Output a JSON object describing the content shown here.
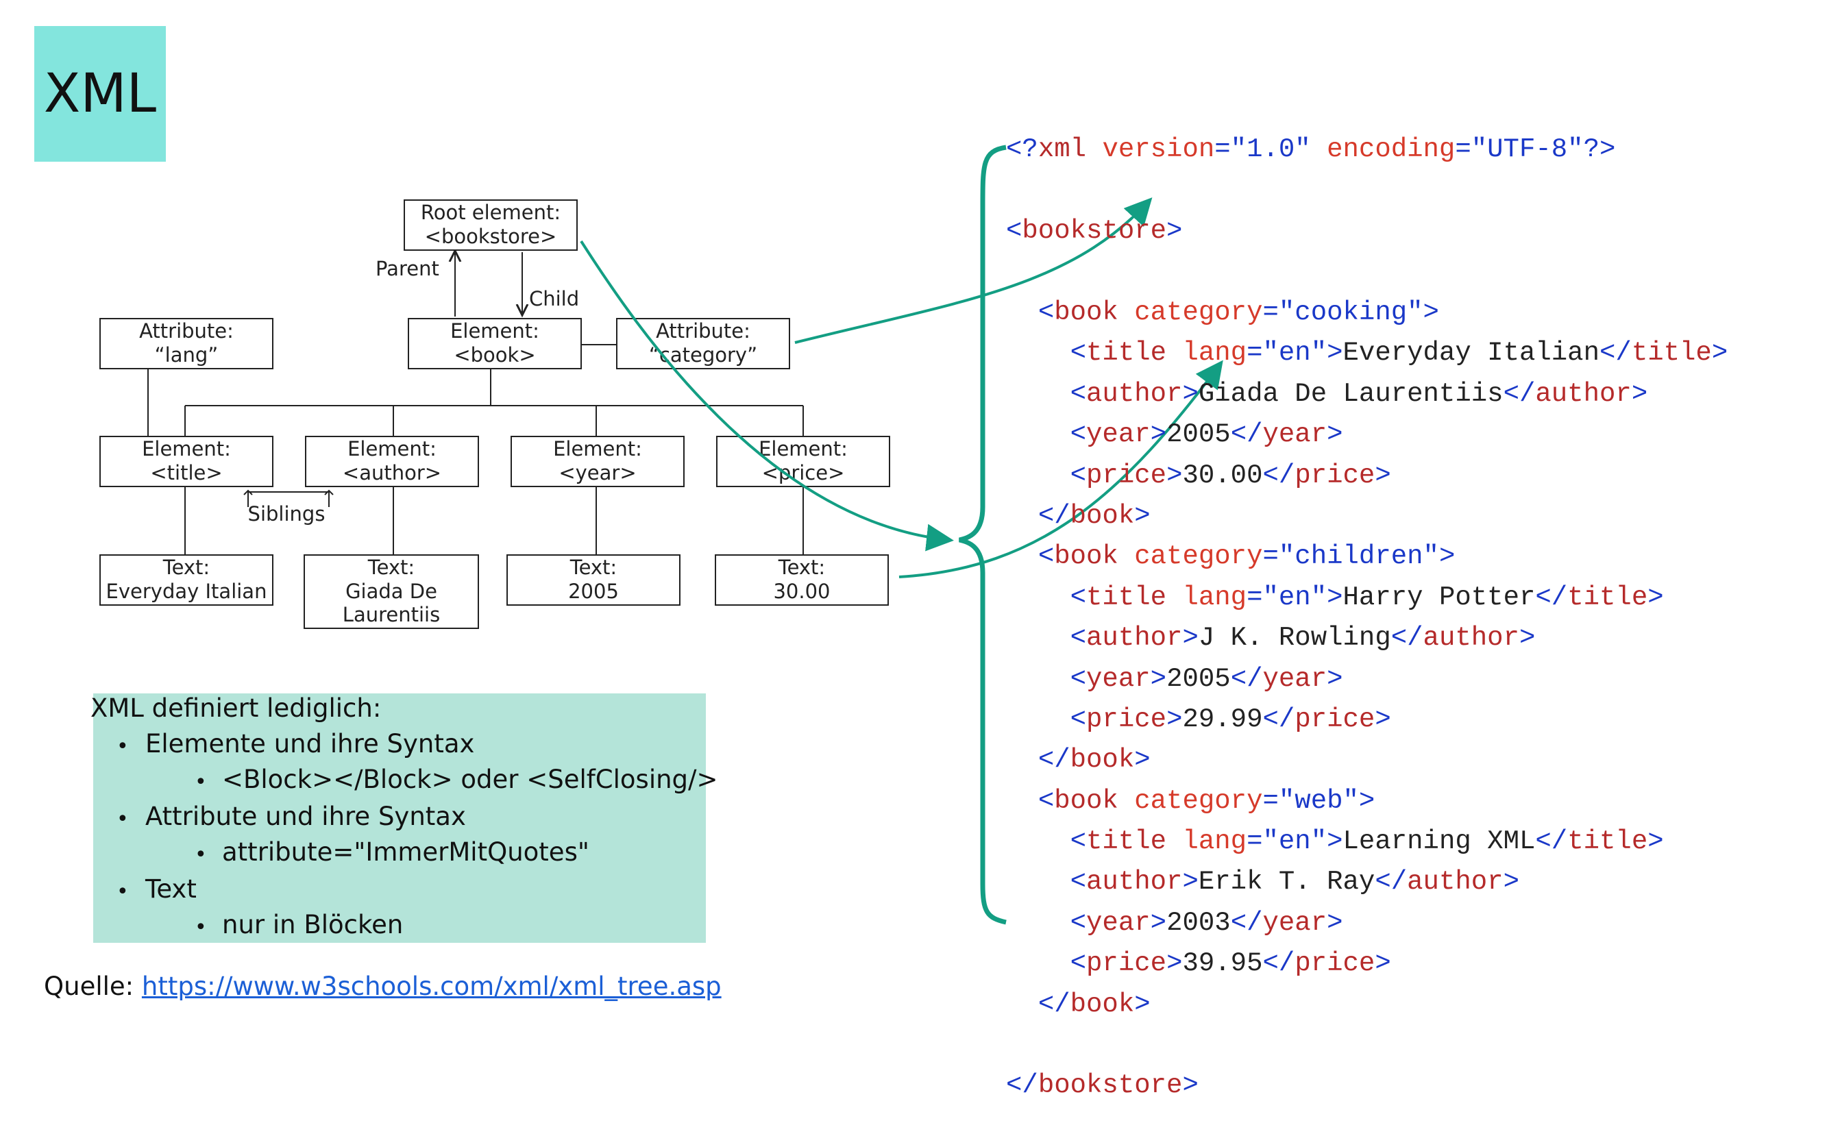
{
  "title": "XML",
  "tree": {
    "root": [
      "Root element:",
      "<bookstore>"
    ],
    "parent_label": "Parent",
    "child_label": "Child",
    "siblings_label": "Siblings",
    "attr_lang": [
      "Attribute:",
      "“lang”"
    ],
    "book": [
      "Element:",
      "<book>"
    ],
    "attr_category": [
      "Attribute:",
      "“category”"
    ],
    "title_el": [
      "Element:",
      "<title>"
    ],
    "author_el": [
      "Element:",
      "<author>"
    ],
    "year_el": [
      "Element:",
      "<year>"
    ],
    "price_el": [
      "Element:",
      "<price>"
    ],
    "text_title": [
      "Text:",
      "Everyday Italian"
    ],
    "text_author": [
      "Text:",
      "Giada De",
      "Laurentiis"
    ],
    "text_year": [
      "Text:",
      "2005"
    ],
    "text_price": [
      "Text:",
      "30.00"
    ]
  },
  "notes": {
    "heading": "XML definiert lediglich:",
    "items": [
      {
        "label": "Elemente und ihre Syntax",
        "sub": "<Block></Block> oder <SelfClosing/>"
      },
      {
        "label": "Attribute und ihre Syntax",
        "sub": "attribute=\"ImmerMitQuotes\""
      },
      {
        "label": "Text",
        "sub": "nur in Blöcken"
      }
    ]
  },
  "source": {
    "prefix": "Quelle: ",
    "link": "https://www.w3schools.com/xml/xml_tree.asp"
  },
  "books": [
    {
      "category": "cooking",
      "lang": "en",
      "title": "Everyday Italian",
      "author": "Giada De Laurentiis",
      "year": "2005",
      "price": "30.00"
    },
    {
      "category": "children",
      "lang": "en",
      "title": "Harry Potter",
      "author": "J K. Rowling",
      "year": "2005",
      "price": "29.99"
    },
    {
      "category": "web",
      "lang": "en",
      "title": "Learning XML",
      "author": "Erik T. Ray",
      "year": "2003",
      "price": "39.95"
    }
  ],
  "colors": {
    "title_bg": "#83e5dd",
    "note_bg": "#b4e4d9",
    "arrow": "#139e83",
    "xml_tag": "#1a38c8",
    "xml_tagname": "#b52a2a",
    "xml_attrname": "#d63a2a",
    "link": "#1b5fd6"
  }
}
